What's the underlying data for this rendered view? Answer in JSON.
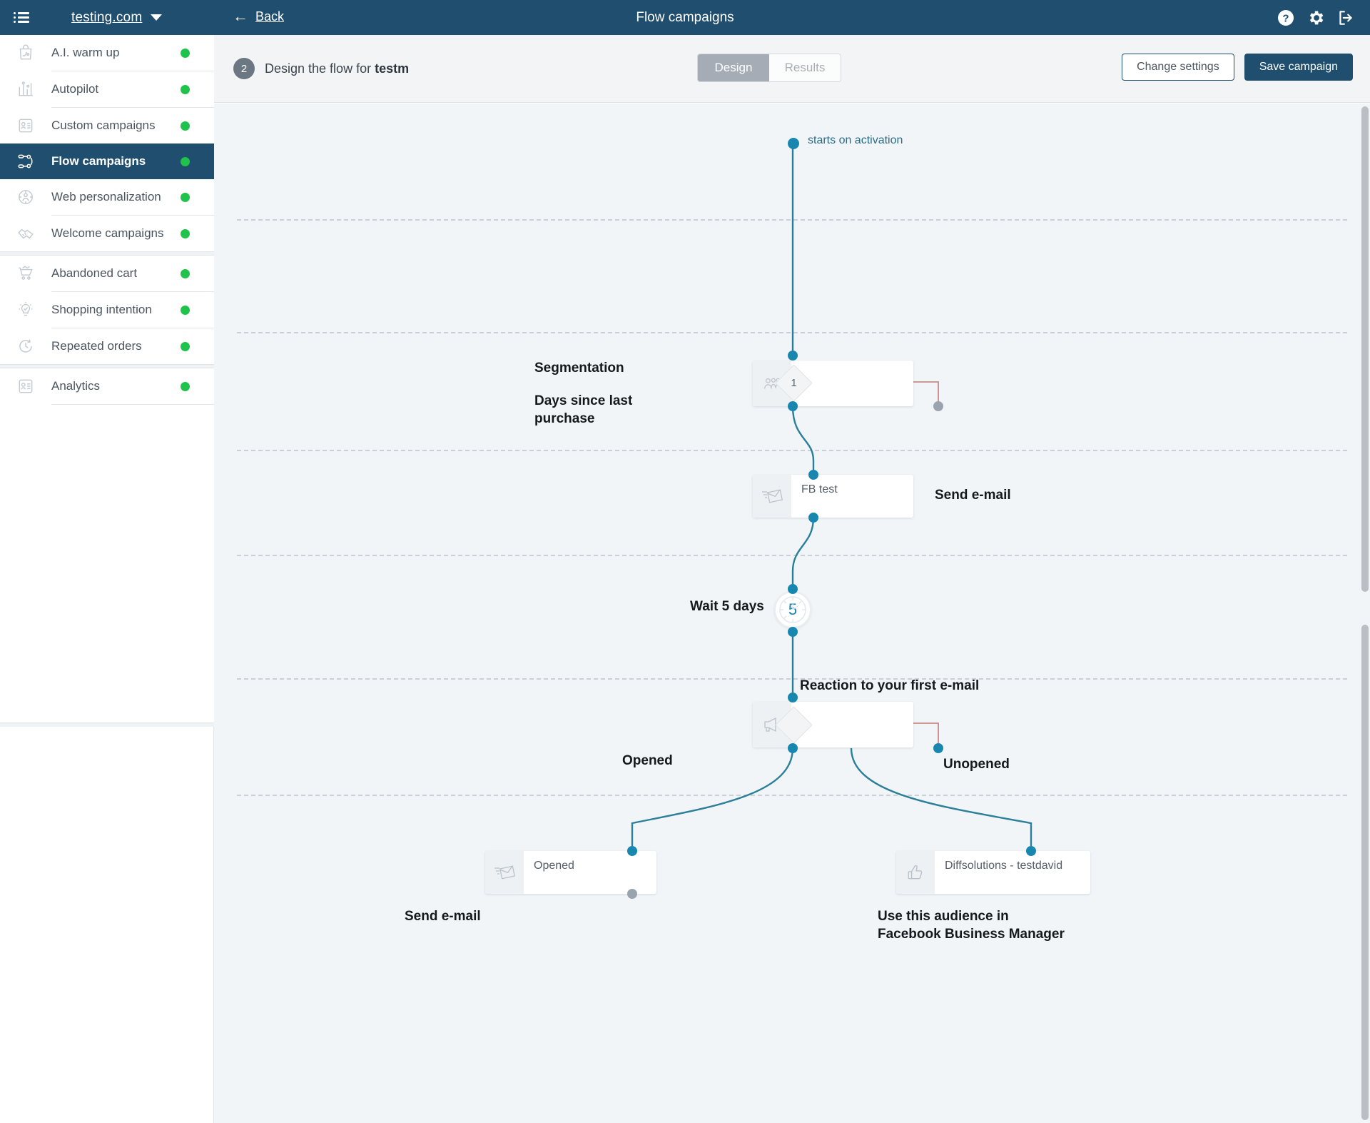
{
  "topbar": {
    "menu_icon": "hamburger-list-icon",
    "brand": "testing.com",
    "caret_icon": "chevron-down-icon",
    "back_label": "Back",
    "back_icon": "arrow-left-icon",
    "title": "Flow campaigns",
    "icons": [
      "help-circle-icon",
      "gear-icon",
      "logout-icon"
    ],
    "bg": "#1f4e6e"
  },
  "sidebar": {
    "items": [
      {
        "label": "A.I. warm up",
        "icon": "shopping-bag-ai-icon",
        "status": "active",
        "selected": false
      },
      {
        "label": "Autopilot",
        "icon": "bar-chart-icon",
        "status": "active",
        "selected": false
      },
      {
        "label": "Custom campaigns",
        "icon": "clipboard-contact-icon",
        "status": "active",
        "selected": false
      },
      {
        "label": "Flow campaigns",
        "icon": "flow-nodes-icon",
        "status": "active",
        "selected": true
      },
      {
        "label": "Web personalization",
        "icon": "person-target-icon",
        "status": "active",
        "selected": false
      },
      {
        "label": "Welcome campaigns",
        "icon": "handshake-icon",
        "status": "active",
        "selected": false
      },
      {
        "label": "Abandoned cart",
        "icon": "shopping-cart-icon",
        "status": "active",
        "selected": false
      },
      {
        "label": "Shopping intention",
        "icon": "lightbulb-check-icon",
        "status": "active",
        "selected": false
      },
      {
        "label": "Repeated orders",
        "icon": "clock-refresh-icon",
        "status": "active",
        "selected": false
      },
      {
        "label": "Analytics",
        "icon": "clipboard-contact-icon",
        "status": "active",
        "selected": false
      }
    ],
    "status_color": "#1fc24a",
    "active_bg": "#1f4e6e"
  },
  "subheader": {
    "step_number": "2",
    "step_text_prefix": "Design the flow for ",
    "step_text_strong": "testm",
    "tabs": [
      {
        "label": "Design",
        "selected": true
      },
      {
        "label": "Results",
        "selected": false
      }
    ],
    "change_settings_label": "Change settings",
    "save_campaign_label": "Save campaign"
  },
  "flow": {
    "start_label": "starts on activation",
    "nodes": [
      {
        "id": "segmentation",
        "icon": "audience-group-icon",
        "value": "",
        "title": "Segmentation",
        "subtitle": "Days since last\npurchase",
        "branch_number": "1"
      },
      {
        "id": "send-email-1",
        "icon": "send-envelope-icon",
        "value": "FB test",
        "title": "Send e-mail",
        "subtitle": ""
      },
      {
        "id": "wait",
        "icon": "clock-icon",
        "value": "5",
        "title": "Wait 5 days",
        "subtitle": ""
      },
      {
        "id": "reaction",
        "icon": "megaphone-icon",
        "value": "",
        "title": "Reaction to your first e-mail",
        "subtitle": "",
        "branch_labels": [
          "Opened",
          "Unopened"
        ]
      },
      {
        "id": "send-email-2",
        "icon": "send-envelope-icon",
        "value": "Opened",
        "title": "Send e-mail",
        "subtitle": ""
      },
      {
        "id": "facebook-audience",
        "icon": "thumbs-up-icon",
        "value": "Diffsolutions - testdavid",
        "title": "Use this audience in\nFacebook Business Manager",
        "subtitle": ""
      }
    ],
    "colors": {
      "connector": "#2b7f99",
      "port": "#1887b0",
      "port_inactive": "#9aa4ae",
      "branch_line": "#c98a8a",
      "canvas_bg": "#f1f5f8",
      "lane_divider": "#c9d0d6"
    }
  }
}
